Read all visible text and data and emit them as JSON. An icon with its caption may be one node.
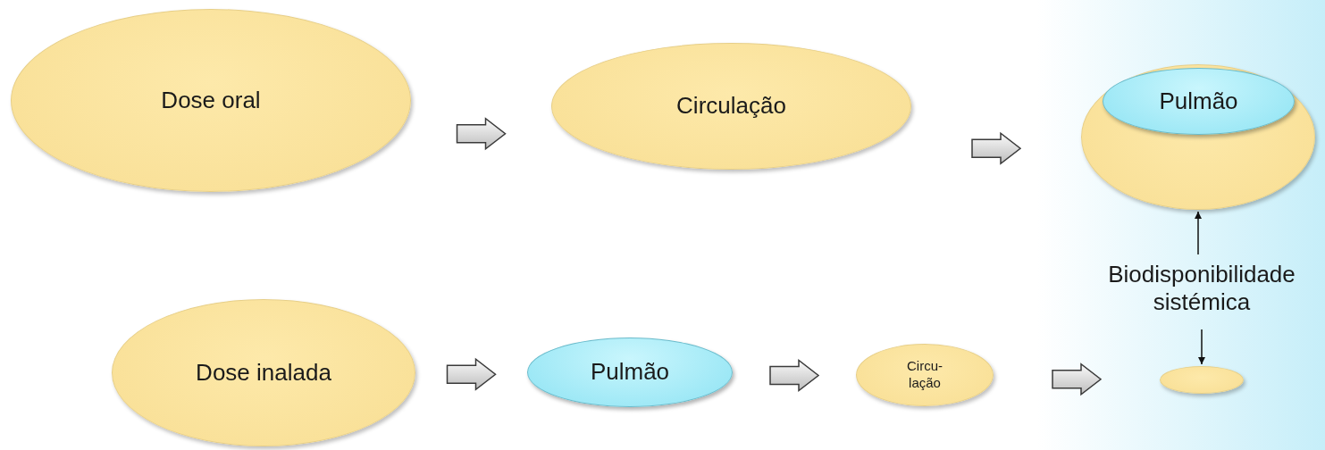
{
  "diagram": {
    "nodes": [
      {
        "text": [
          "Dose oral"
        ]
      },
      {
        "text": [
          "Circulação"
        ]
      },
      {
        "text": [],
        "shape": "ellipse"
      },
      {
        "text": [
          "Pulmão"
        ],
        "in": 2
      },
      {
        "text": [
          "Dose inalada"
        ]
      },
      {
        "text": [
          "Pulmão"
        ]
      },
      {
        "text": [
          "Circu- lação"
        ]
      },
      {
        "text": [],
        "shape": "ellipse"
      },
      {
        "text": [
          "Biodisponibilidade sistémica"
        ]
      }
    ],
    "edges": [
      {
        "from": 0,
        "to": 1,
        "arrow": "to",
        "style": "thick"
      },
      {
        "from": 1,
        "to": 2,
        "arrow": "to",
        "style": "thick"
      },
      {
        "from": 4,
        "to": 5,
        "arrow": "to",
        "style": "thick"
      },
      {
        "from": 5,
        "to": 6,
        "arrow": "to",
        "style": "thick"
      },
      {
        "from": 6,
        "to": 7,
        "arrow": "to",
        "style": "thick"
      },
      {
        "from": 8,
        "to": 2,
        "arrow": "to"
      },
      {
        "from": 8,
        "to": 7,
        "arrow": "to"
      }
    ]
  }
}
